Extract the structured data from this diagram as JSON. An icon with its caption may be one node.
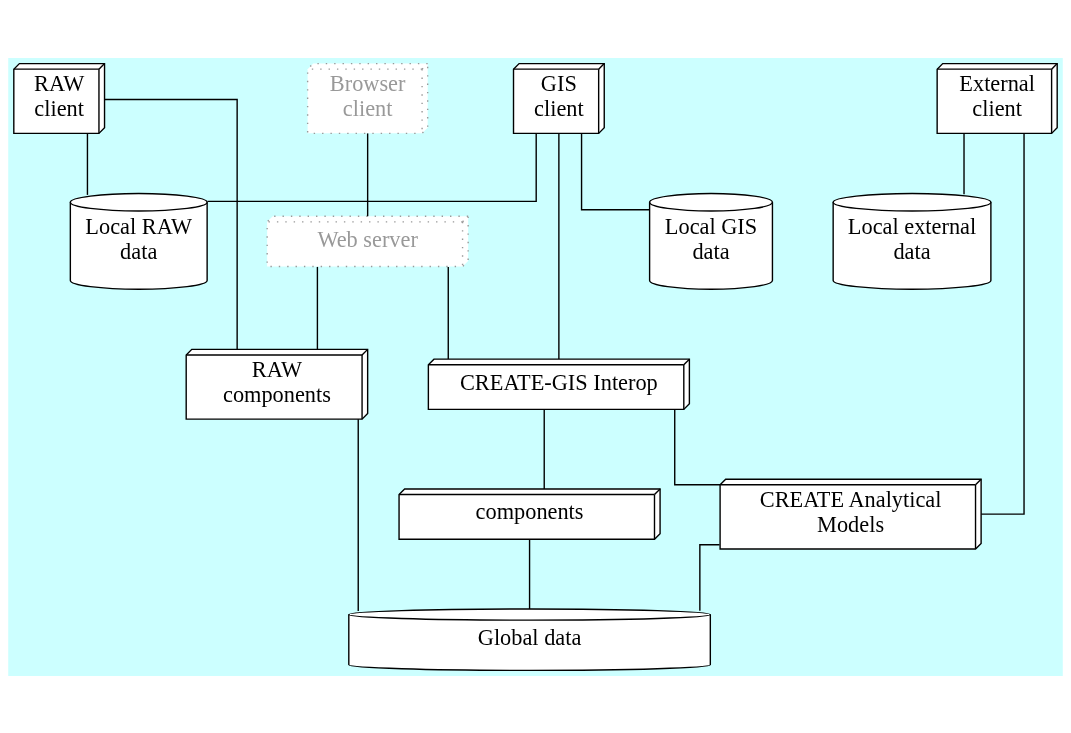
{
  "diagram": {
    "nodes": [
      {
        "text": [
          "RAW client"
        ]
      },
      {
        "text": [
          "Local RAW data"
        ]
      },
      {
        "text": [
          "GIS client"
        ]
      },
      {
        "text": [
          "Local GIS data"
        ]
      },
      {
        "text": [
          "Browser client"
        ]
      },
      {
        "text": [
          "External client"
        ]
      },
      {
        "text": [
          "Web server"
        ]
      },
      {
        "text": [
          "Local external data"
        ]
      },
      {
        "text": [
          "RAW components"
        ]
      },
      {
        "text": [
          "CREATE-GIS Interop"
        ]
      },
      {
        "text": [
          "components"
        ]
      },
      {
        "text": [
          "CREATE Analytical Models"
        ]
      },
      {
        "text": [
          "Global data"
        ]
      }
    ],
    "edges": [
      {
        "from": 0,
        "to": 1,
        "arrow": "none"
      },
      {
        "from": 2,
        "to": 1,
        "arrow": "none"
      },
      {
        "from": 2,
        "to": 3,
        "arrow": "none"
      },
      {
        "from": 4,
        "to": 6,
        "arrow": "none"
      },
      {
        "from": 5,
        "to": 7,
        "arrow": "none"
      },
      {
        "from": 0,
        "to": 8,
        "arrow": "none"
      },
      {
        "from": 6,
        "to": 8,
        "arrow": "none"
      },
      {
        "from": 6,
        "to": 9,
        "arrow": "none"
      },
      {
        "from": 2,
        "to": 9,
        "arrow": "none"
      },
      {
        "from": 9,
        "to": 10,
        "arrow": "none"
      },
      {
        "from": 9,
        "to": 11,
        "arrow": "none"
      },
      {
        "from": 5,
        "to": 11,
        "arrow": "none"
      },
      {
        "from": 8,
        "to": 12,
        "arrow": "none"
      },
      {
        "from": 10,
        "to": 12,
        "arrow": "none"
      },
      {
        "from": 11,
        "to": 12,
        "arrow": "none"
      }
    ]
  }
}
